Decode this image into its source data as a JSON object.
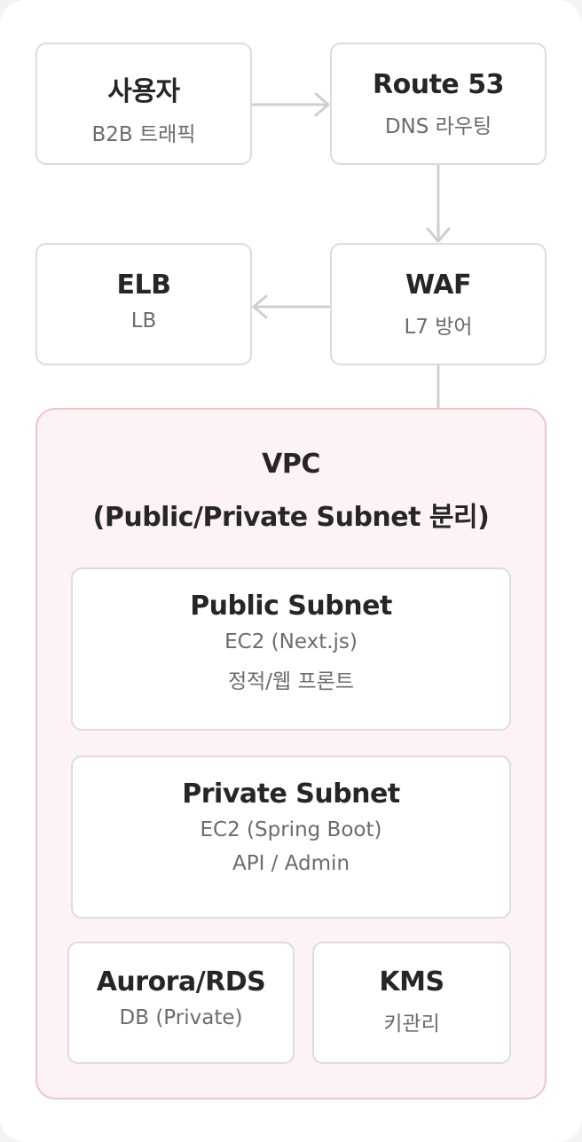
{
  "nodes": {
    "user": {
      "title": "사용자",
      "sub": "B2B 트래픽"
    },
    "route53": {
      "title": "Route 53",
      "sub": "DNS 라우팅"
    },
    "elb": {
      "title": "ELB",
      "sub": "LB"
    },
    "waf": {
      "title": "WAF",
      "sub": "L7 방어"
    },
    "public_subnet": {
      "title": "Public Subnet",
      "line1": "EC2 (Next.js)",
      "line2": "정적/웹 프론트"
    },
    "private_subnet": {
      "title": "Private Subnet",
      "line1": "EC2 (Spring Boot)",
      "line2": "API / Admin"
    },
    "aurora": {
      "title": "Aurora/RDS",
      "sub": "DB (Private)"
    },
    "kms": {
      "title": "KMS",
      "sub": "키관리"
    }
  },
  "vpc": {
    "title_line1": "VPC",
    "title_line2": "(Public/Private Subnet 분리)"
  },
  "colors": {
    "box_border": "#dcdcdc",
    "vpc_fill": "#fdf3f4",
    "vpc_border": "#ecc4cb",
    "connector": "#cfcfcf"
  }
}
